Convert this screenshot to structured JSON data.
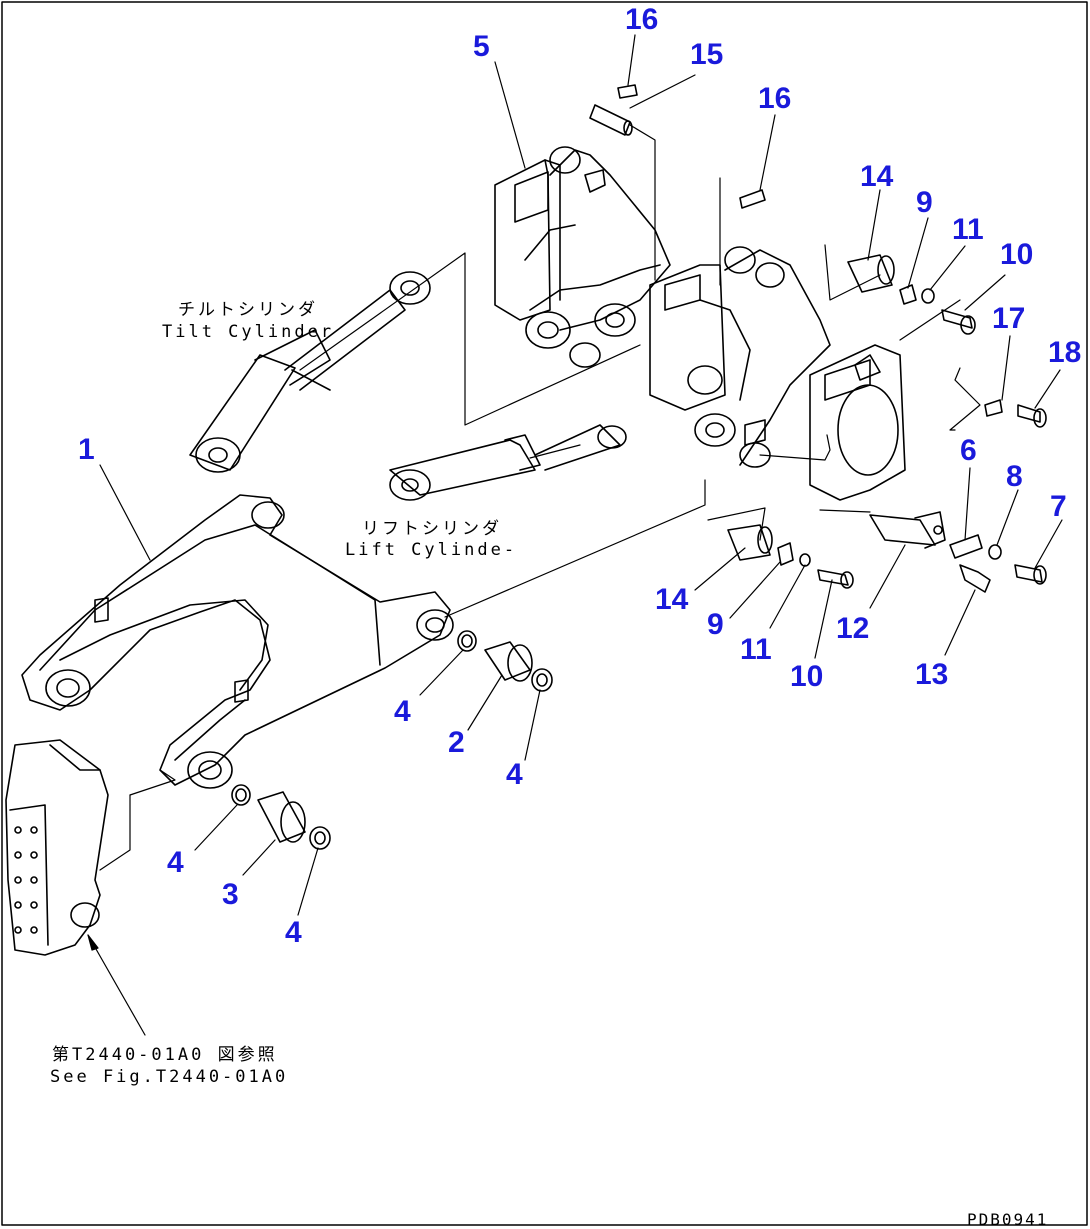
{
  "callouts": [
    "16",
    "15",
    "5",
    "16",
    "14",
    "9",
    "11",
    "10",
    "17",
    "18",
    "6",
    "8",
    "7",
    "1",
    "14",
    "9",
    "11",
    "10",
    "12",
    "13",
    "4",
    "2",
    "4",
    "4",
    "3",
    "4"
  ],
  "captions": {
    "tilt_cylinder_jp": "チルトシリンダ",
    "tilt_cylinder_en": "Tilt Cylinder",
    "lift_cylinder_jp": "リフトシリンダ",
    "lift_cylinder_en": "Lift Cylinde-",
    "see_fig_jp": "第T2440-01A0 図参照",
    "see_fig_en": "See Fig.T2440-01A0"
  },
  "figure_id": "PDB0941",
  "colors": {
    "callout": "#1a1adb",
    "line": "#000000",
    "frame": "#000000"
  }
}
